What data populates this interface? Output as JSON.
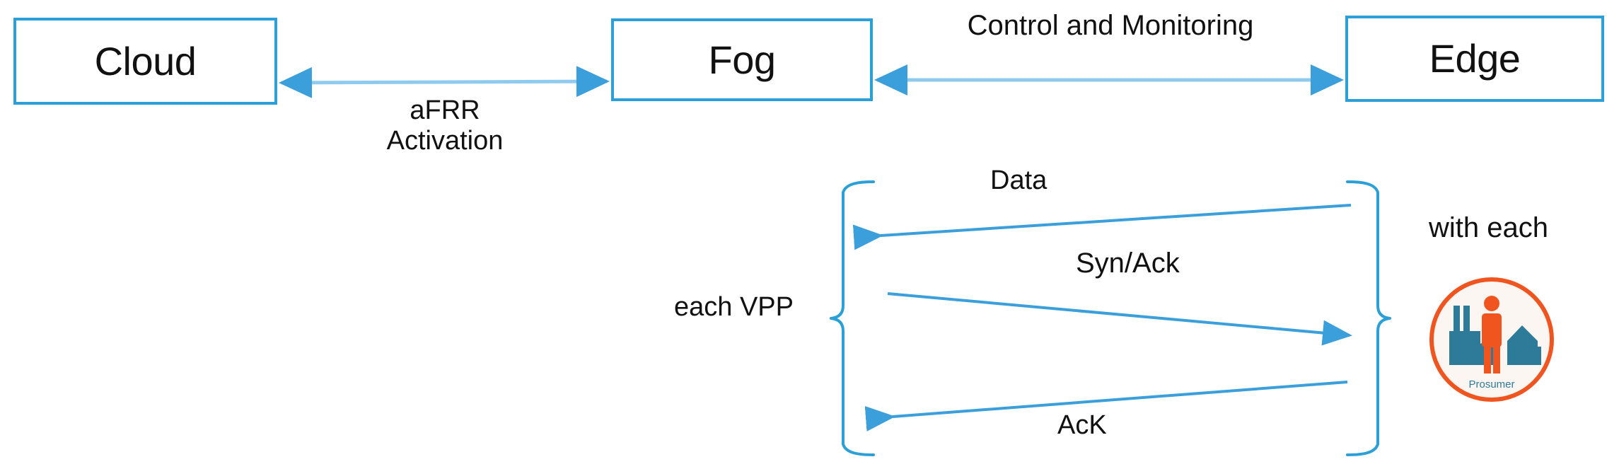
{
  "diagram": {
    "title": "Cloud-Fog-Edge aFRR communication diagram",
    "colors": {
      "box_border": "#2b9fd8",
      "arrow": "#46a6de",
      "arrow_light": "#a8d5f0",
      "bracket": "#2b9fd8",
      "text": "#111111",
      "prosumer_orange": "#f1551f",
      "prosumer_teal": "#2e7b99",
      "prosumer_face": "#fbf6f2",
      "background": "#ffffff"
    },
    "nodes": [
      {
        "id": "cloud",
        "label": "Cloud"
      },
      {
        "id": "fog",
        "label": "Fog"
      },
      {
        "id": "edge",
        "label": "Edge"
      }
    ],
    "links": [
      {
        "id": "cloud-fog",
        "label": "aFRR\nActivation",
        "label_line1": "aFRR",
        "label_line2": "Activation",
        "direction": "bidirectional"
      },
      {
        "id": "fog-edge",
        "label": "Control and Monitoring",
        "direction": "bidirectional"
      }
    ],
    "messages": [
      {
        "id": "data",
        "label": "Data",
        "direction": "right-to-left"
      },
      {
        "id": "synack",
        "label": "Syn/Ack",
        "direction": "left-to-right"
      },
      {
        "id": "ack",
        "label": "AcK",
        "direction": "right-to-left"
      }
    ],
    "brackets": [
      {
        "id": "left-bracket",
        "label": "each VPP"
      },
      {
        "id": "right-bracket",
        "label": "with each"
      }
    ],
    "prosumer": {
      "caption": "Prosumer",
      "icon_name": "prosumer-icon"
    }
  }
}
